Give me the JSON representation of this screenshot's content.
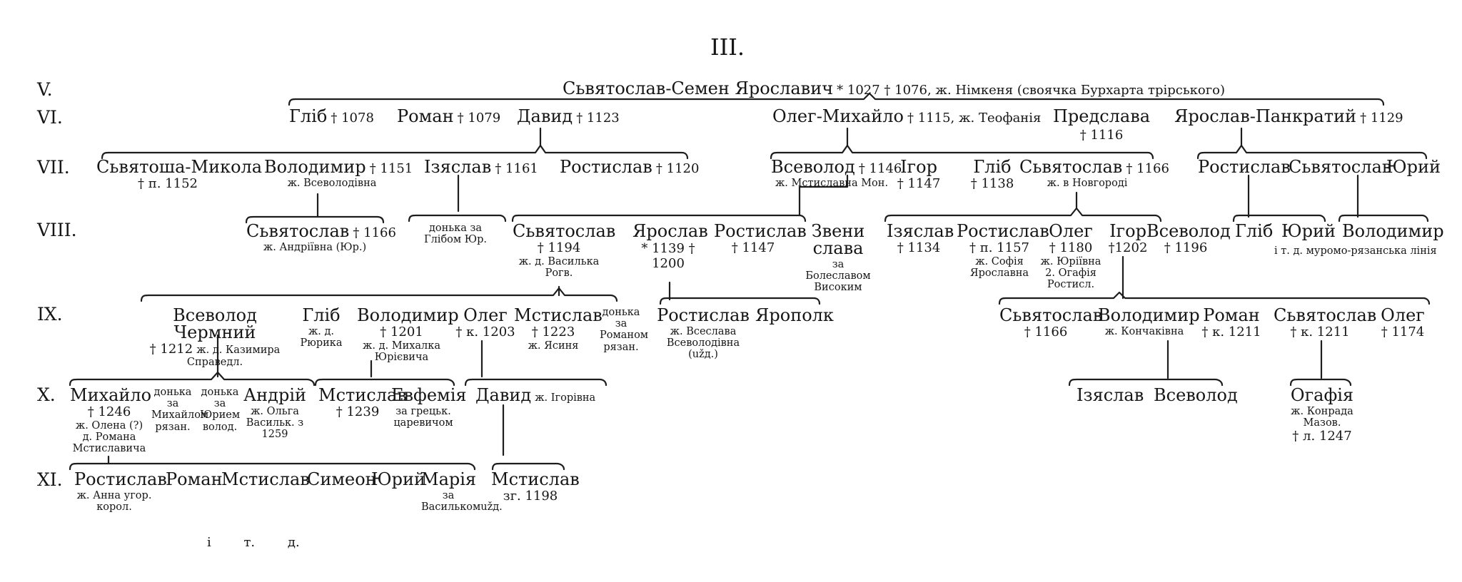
{
  "title": "III.",
  "generations": [
    "V.",
    "VI.",
    "VII.",
    "VIII.",
    "IX.",
    "X.",
    "XI."
  ],
  "nodes": [
    {
      "id": "root",
      "name": "Сьвятослав-Семен Ярославич",
      "info": "* 1027 † 1076, ж. Німкеня (своячка Бурхарта трірського)"
    },
    {
      "id": "glib6",
      "name": "Гліб",
      "info": "† 1078"
    },
    {
      "id": "roman6",
      "name": "Роман",
      "info": "† 1079"
    },
    {
      "id": "davyd6",
      "name": "Давид",
      "info": "† 1123"
    },
    {
      "id": "oleg6",
      "name": "Олег-Михайло",
      "info": "† 1115, ж. Теофанія"
    },
    {
      "id": "predslava6",
      "name": "Предслава",
      "info": "† 1116"
    },
    {
      "id": "yaroslav6",
      "name": "Ярослав-Панкратий",
      "info": "† 1129"
    },
    {
      "id": "sviatosha7",
      "name": "Сьвятоша-Микола",
      "info": "† п. 1152"
    },
    {
      "id": "volodymyr7",
      "name": "Володимир",
      "info": "† 1151",
      "note": "ж. Всеволодівна"
    },
    {
      "id": "iziaslav7",
      "name": "Ізяслав",
      "info": "† 1161"
    },
    {
      "id": "rostyslav7",
      "name": "Ростислав",
      "info": "† 1120"
    },
    {
      "id": "vsevolod7",
      "name": "Всеволод",
      "info": "† 1146",
      "note": "ж. Мстиславна Мон."
    },
    {
      "id": "ihor7",
      "name": "Ігор",
      "info": "† 1147"
    },
    {
      "id": "glib7",
      "name": "Гліб",
      "info": "† 1138"
    },
    {
      "id": "sviatoslav7",
      "name": "Сьвятослав",
      "info": "† 1166",
      "note": "ж. в Новгороді"
    },
    {
      "id": "rostyslav7b",
      "name": "Ростислав"
    },
    {
      "id": "sviatoslav7b",
      "name": "Сьвятослав"
    },
    {
      "id": "yurii7",
      "name": "Юрий"
    },
    {
      "id": "sviatoslav8a",
      "name": "Сьвятослав",
      "info": "† 1166",
      "note": "ж. Андріївна (Юр.)"
    },
    {
      "id": "daughter8",
      "name": "донька за Глібом Юр."
    },
    {
      "id": "sviatoslav8b",
      "name": "Сьвятослав",
      "info": "† 1194",
      "note": "ж. д. Василька Рогв."
    },
    {
      "id": "yaroslav8",
      "name": "Ярослав",
      "info": "* 1139 † 1200"
    },
    {
      "id": "rostyslav8",
      "name": "Ростислав",
      "info": "† 1147"
    },
    {
      "id": "zvenyslava8",
      "name": "Звенислава",
      "note": "за Болеславом Високим"
    },
    {
      "id": "iziaslav8",
      "name": "Ізяслав",
      "info": "† 1134"
    },
    {
      "id": "rostyslav8b",
      "name": "Ростислав",
      "info": "† п. 1157",
      "note": "ж. Софія Ярославна"
    },
    {
      "id": "oleg8",
      "name": "Олег",
      "info": "† 1180",
      "note": "ж. Юріївна 2. Огафія Ростисл."
    },
    {
      "id": "ihor8",
      "name": "Ігор",
      "info": "†1202"
    },
    {
      "id": "vsevolod8",
      "name": "Всеволод",
      "info": "† 1196"
    },
    {
      "id": "glib8",
      "name": "Гліб"
    },
    {
      "id": "yurii8",
      "name": "Юрий"
    },
    {
      "id": "volodymyr8",
      "name": "Володимир"
    },
    {
      "id": "line8",
      "name": "і т. д. муромо-рязанська лінія"
    },
    {
      "id": "vsevolod9",
      "name": "Всеволод Чермний",
      "info": "† 1212",
      "note": "ж. д. Казимира Справедл."
    },
    {
      "id": "glib9",
      "name": "Гліб",
      "note": "ж. д. Рюрика"
    },
    {
      "id": "volodymyr9",
      "name": "Володимир",
      "info": "† 1201",
      "note": "ж. д. Михалка Юрієвича"
    },
    {
      "id": "oleg9",
      "name": "Олег",
      "info": "† к. 1203"
    },
    {
      "id": "mstyslav9",
      "name": "Мстислав",
      "info": "† 1223",
      "note": "ж. Ясиня"
    },
    {
      "id": "daughter9",
      "name": "донька за Романом рязан."
    },
    {
      "id": "rostyslav9",
      "name": "Ростислав",
      "note": "ж. Всеслава Всеволодівна (užд.)"
    },
    {
      "id": "yaropolk9",
      "name": "Ярополк"
    },
    {
      "id": "sviatoslav9a",
      "name": "Сьвятослав",
      "info": "† 1166"
    },
    {
      "id": "volodymyr9b",
      "name": "Володимир",
      "note": "ж. Кончаківна"
    },
    {
      "id": "roman9",
      "name": "Роман",
      "info": "† к. 1211"
    },
    {
      "id": "sviatoslav9b",
      "name": "Сьвятослав",
      "info": "† к. 1211"
    },
    {
      "id": "oleg9b",
      "name": "Олег",
      "info": "† 1174"
    },
    {
      "id": "mykhailo10",
      "name": "Михайло",
      "info": "† 1246",
      "note": "ж. Олена (?) д. Романа Мстиславича"
    },
    {
      "id": "daughter10a",
      "name": "донька за Михайлом рязан."
    },
    {
      "id": "daughter10b",
      "name": "донька за Юрием волод."
    },
    {
      "id": "andrii10",
      "name": "Андрій",
      "note": "ж. Ольга Васильк. з 1259"
    },
    {
      "id": "mstyslav10",
      "name": "Мстислав",
      "info": "† 1239"
    },
    {
      "id": "yevfemia10",
      "name": "Евфемія",
      "note": "за грецьк. царевичом"
    },
    {
      "id": "davyd10",
      "name": "Давид",
      "note": "ж. Ігорівна"
    },
    {
      "id": "iziaslav10",
      "name": "Ізяслав"
    },
    {
      "id": "vsevolod10",
      "name": "Всеволод"
    },
    {
      "id": "ohafia10",
      "name": "Огафія",
      "info": "† л. 1247",
      "note": "ж. Конрада Мазов."
    },
    {
      "id": "rostyslav11",
      "name": "Ростислав",
      "note": "ж. Анна угор. корол."
    },
    {
      "id": "roman11",
      "name": "Роман"
    },
    {
      "id": "mstyslav11",
      "name": "Мстислав"
    },
    {
      "id": "symeon11",
      "name": "Симеон"
    },
    {
      "id": "yurii11",
      "name": "Юрий"
    },
    {
      "id": "maria11",
      "name": "Марія",
      "note": "за Василькомužд."
    },
    {
      "id": "mstyslav11b",
      "name": "Мстислав",
      "info": "зг. 1198"
    }
  ],
  "footer": "і т. д."
}
